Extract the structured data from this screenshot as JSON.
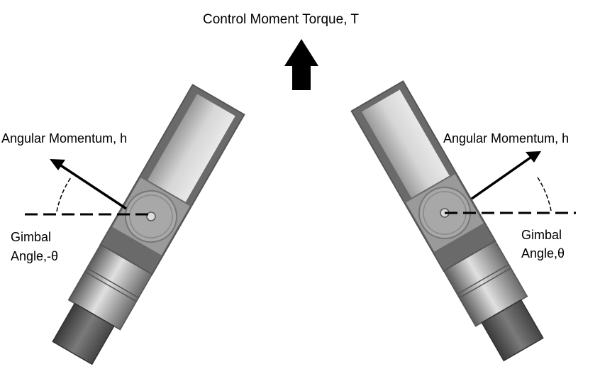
{
  "title": "Control Moment Torque, T",
  "left": {
    "momentum_label": "Angular Momentum, h",
    "gimbal_label_line1": "Gimbal",
    "gimbal_label_line2": "Angle,-θ"
  },
  "right": {
    "momentum_label": "Angular Momentum, h",
    "gimbal_label_line1": "Gimbal",
    "gimbal_label_line2": "Angle,θ"
  },
  "colors": {
    "ink": "#000000",
    "metal_dark": "#4a4a4a",
    "metal_light": "#d8d8d8"
  }
}
